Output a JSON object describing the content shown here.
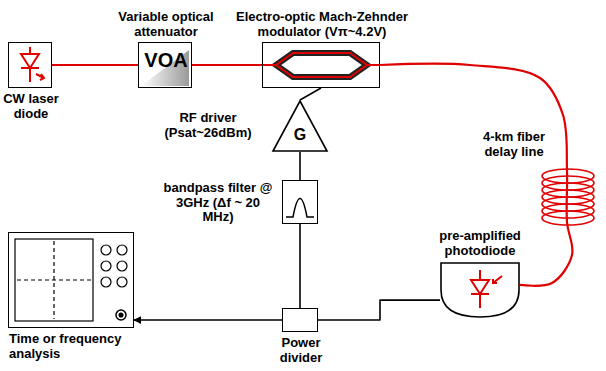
{
  "diagram": {
    "nodes": [
      {
        "text": [
          "CW laser diode"
        ]
      },
      {
        "text": [
          "Variable optical attenuator",
          "VOA"
        ]
      },
      {
        "text": [
          "Electro-optic Mach-Zehnder modulator (Vπ~4.2V)"
        ]
      },
      {
        "text": [
          "RF driver (Psat~26dBm)",
          "G"
        ]
      },
      {
        "text": [
          "bandpass filter @ 3GHz (Δf ~ 20 MHz)"
        ]
      },
      {
        "text": [
          "pre-amplified photodiode"
        ]
      },
      {
        "text": [
          "Power divider"
        ]
      },
      {
        "text": [
          "Time or frequency analysis"
        ]
      }
    ],
    "edges": [
      {
        "from": 0,
        "to": 1,
        "arrow": "none"
      },
      {
        "from": 1,
        "to": 2,
        "arrow": "none"
      },
      {
        "from": 2,
        "to": 5,
        "arrow": "none"
      },
      {
        "from": 5,
        "to": 6,
        "arrow": "none"
      },
      {
        "from": 6,
        "to": 4,
        "arrow": "none"
      },
      {
        "from": 4,
        "to": 3,
        "arrow": "none"
      },
      {
        "from": 3,
        "to": 2,
        "arrow": "none"
      },
      {
        "from": 6,
        "to": 7,
        "arrow": "to"
      }
    ],
    "labels": [
      "4-km fiber delay line"
    ]
  }
}
